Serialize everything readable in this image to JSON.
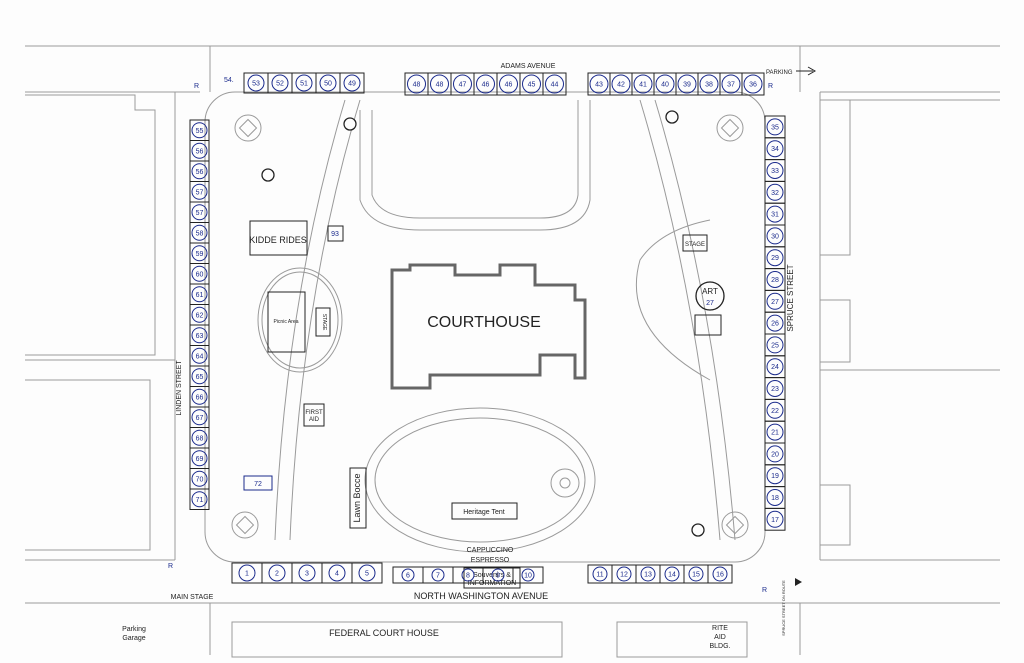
{
  "streets": {
    "north": "ADAMS AVENUE",
    "south": "NORTH WASHINGTON AVENUE",
    "west": "LINDEN STREET",
    "east": "SPRUCE STREET",
    "east_small": "SPRUCE STREET ON ROUTE"
  },
  "labels": {
    "courthouse": "COURTHOUSE",
    "kiddie_rides": "KIDDE RIDES",
    "picnic_area": "Picnic Area",
    "stage_west": "STAGE",
    "stage_east": "STAGE",
    "first_aid_1": "FIRST",
    "first_aid_2": "AID",
    "lawn_bocce": "Lawn Bocce",
    "heritage_tent": "Heritage Tent",
    "cappuccino_1": "CAPPUCCINO",
    "cappuccino_2": "ESPRESSO",
    "souvenirs_1": "Souvenirs &",
    "souvenirs_2": "INFORMATION",
    "main_stage": "MAIN STAGE",
    "parking_garage_1": "Parking",
    "parking_garage_2": "Garage",
    "federal": "FEDERAL COURT HOUSE",
    "rite_aid_1": "RITE",
    "rite_aid_2": "AID",
    "rite_aid_3": "BLDG.",
    "parking_arrow": "PARKING",
    "art_1": "ART",
    "art_2": "27",
    "booth_93": "93",
    "booth_72": "72",
    "r_marker": "R"
  },
  "booths": {
    "north_left": [
      "53",
      "52",
      "51",
      "50",
      "49"
    ],
    "north_center": [
      "48",
      "48",
      "47",
      "46",
      "46",
      "45",
      "44"
    ],
    "north_right": [
      "43",
      "42",
      "41",
      "40",
      "39",
      "38",
      "37",
      "36"
    ],
    "north_left_extra": "54.",
    "west": [
      "55",
      "56",
      "56",
      "57",
      "57",
      "58",
      "59",
      "60",
      "61",
      "62",
      "63",
      "64",
      "65",
      "66",
      "67",
      "68",
      "69",
      "70",
      "71"
    ],
    "east": [
      "35",
      "34",
      "33",
      "32",
      "31",
      "30",
      "29",
      "28",
      "27",
      "26",
      "25",
      "24",
      "23",
      "22",
      "21",
      "20",
      "19",
      "18",
      "17"
    ],
    "south_left": [
      "1",
      "2",
      "3",
      "4",
      "5"
    ],
    "south_mid": [
      "6",
      "7",
      "8",
      "9",
      "10"
    ],
    "south_right": [
      "11",
      "12",
      "13",
      "14",
      "15",
      "16"
    ]
  }
}
